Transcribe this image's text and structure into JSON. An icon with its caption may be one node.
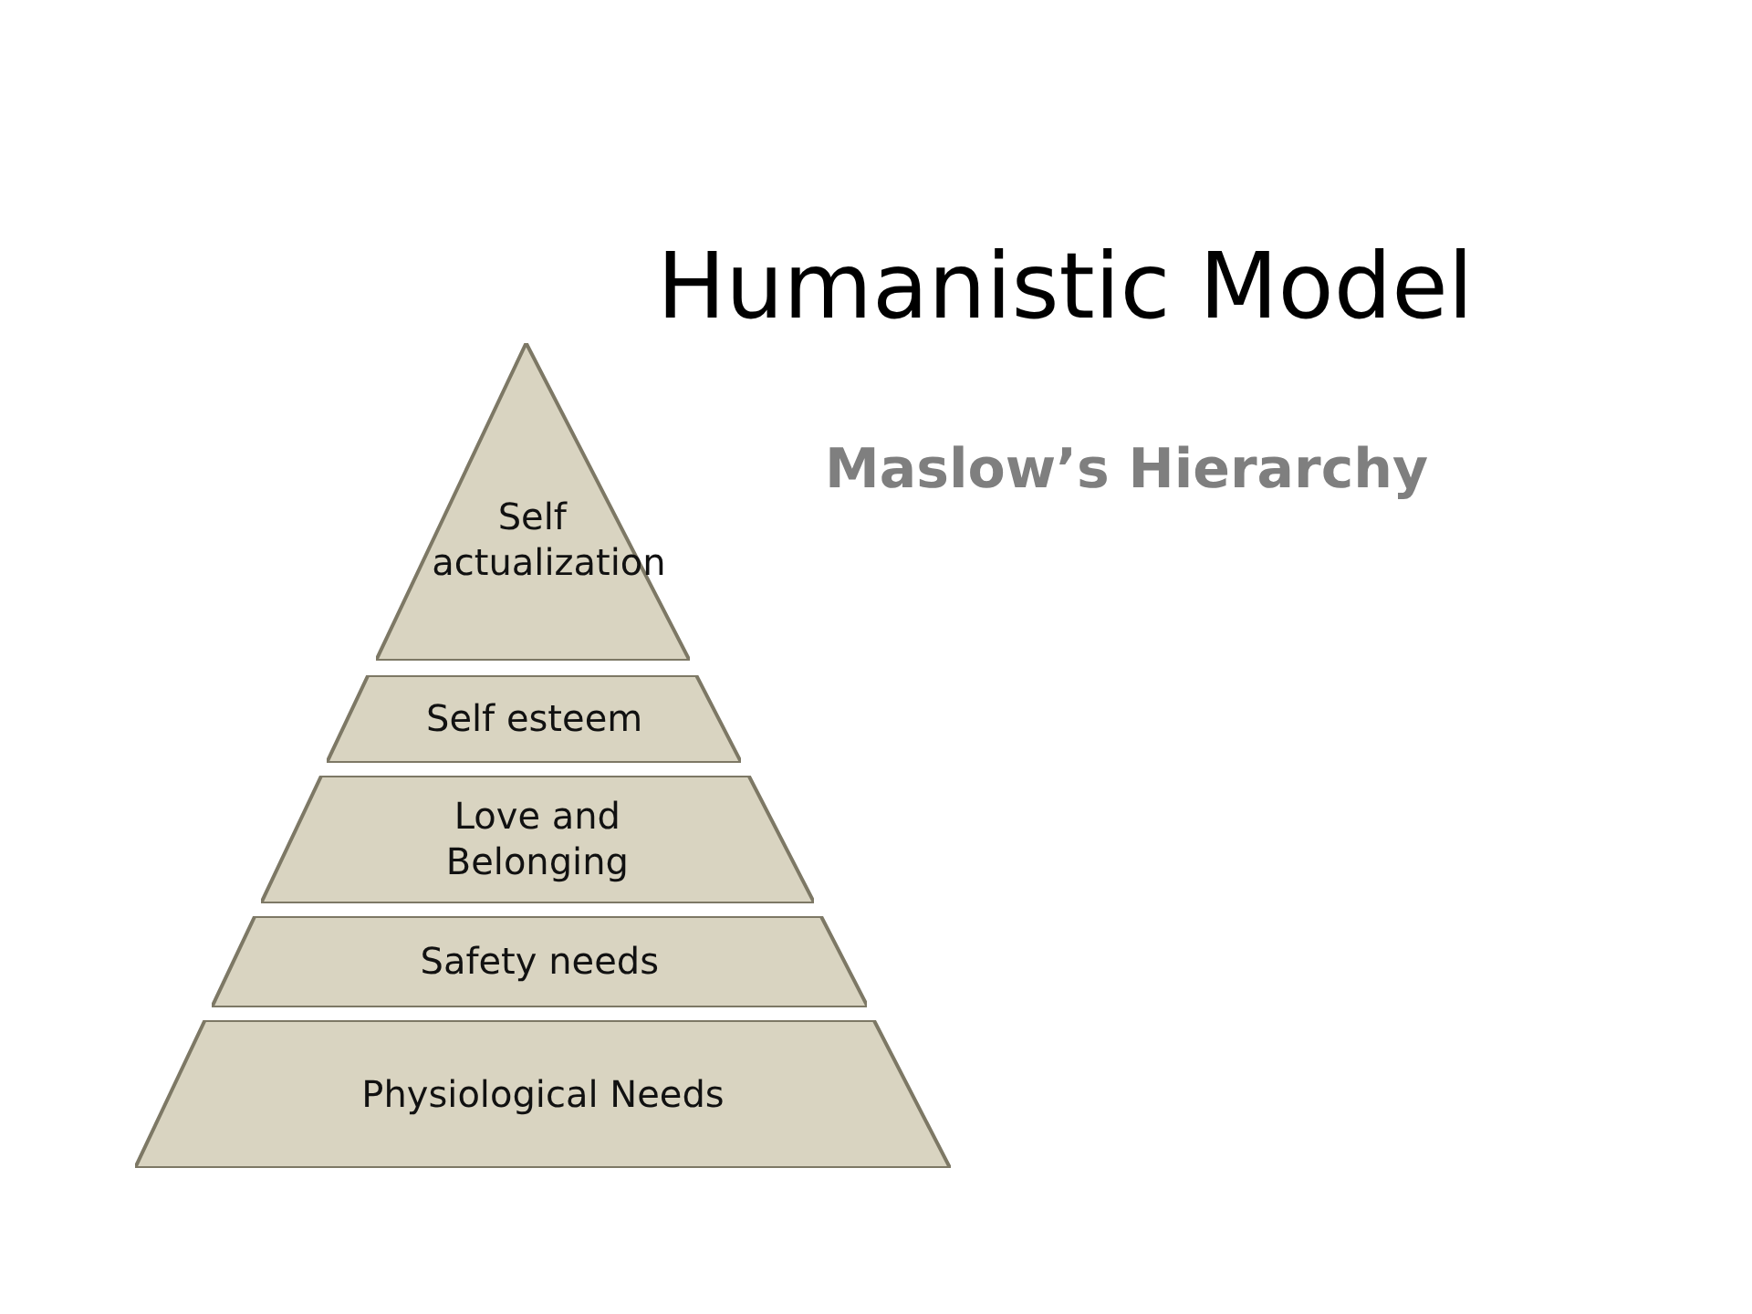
{
  "diagram": {
    "title": "Humanistic Model",
    "nodes": [
      {
        "text": [
          "Self actualization"
        ]
      },
      {
        "text": [
          "Self esteem"
        ]
      },
      {
        "text": [
          "Love and Belonging"
        ]
      },
      {
        "text": [
          "Safety needs"
        ]
      },
      {
        "text": [
          "Physiological Needs"
        ]
      }
    ],
    "labels": [
      "Maslow’s Hierarchy"
    ]
  }
}
